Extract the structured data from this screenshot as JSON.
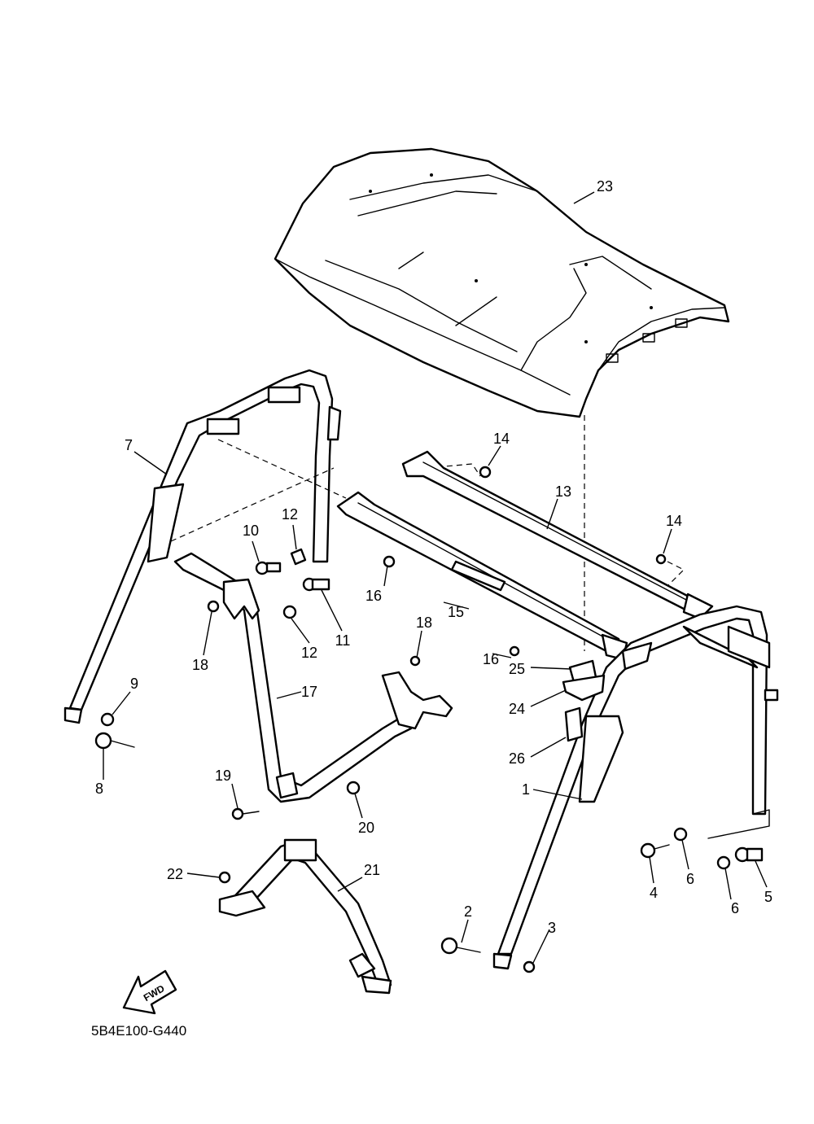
{
  "callouts": [
    "1",
    "2",
    "3",
    "4",
    "5",
    "6",
    "6",
    "7",
    "8",
    "9",
    "10",
    "11",
    "12",
    "12",
    "13",
    "14",
    "14",
    "15",
    "16",
    "16",
    "17",
    "18",
    "18",
    "19",
    "20",
    "21",
    "22",
    "23",
    "24",
    "25",
    "26"
  ],
  "fwd_label": "FWD",
  "diagram_code": "5B4E100-G440"
}
